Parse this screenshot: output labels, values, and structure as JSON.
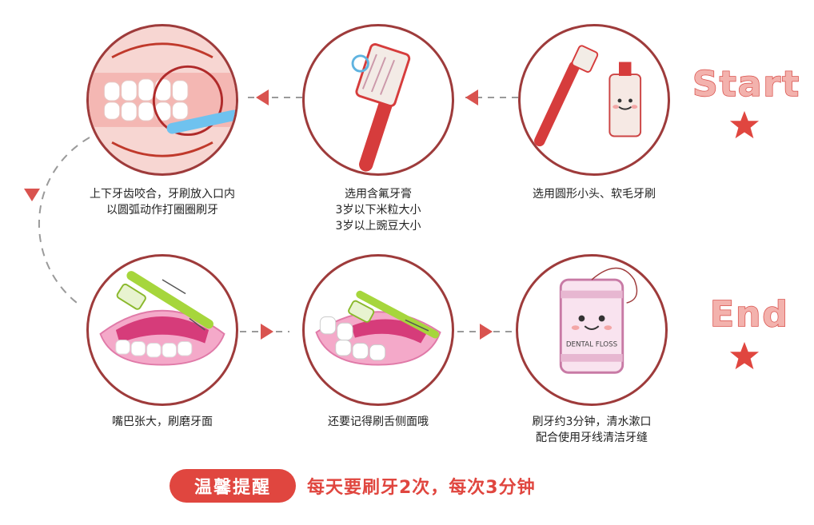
{
  "steps": [
    {
      "id": "step1",
      "lines": [
        "选用圆形小头、软毛牙刷"
      ]
    },
    {
      "id": "step2",
      "lines": [
        "选用含氟牙膏",
        "3岁以下米粒大小",
        "3岁以上豌豆大小"
      ]
    },
    {
      "id": "step3",
      "lines": [
        "上下牙齿咬合，牙刷放入口内",
        "以圆弧动作打圈圈刷牙"
      ]
    },
    {
      "id": "step4",
      "lines": [
        "嘴巴张大，刷磨牙面"
      ]
    },
    {
      "id": "step5",
      "lines": [
        "还要记得刷舌侧面哦"
      ]
    },
    {
      "id": "step6",
      "lines": [
        "刷牙约3分钟，清水漱口",
        "配合使用牙线清洁牙缝"
      ]
    }
  ],
  "labels": {
    "start": "Start",
    "end": "End",
    "floss_box_text": "DENTAL FLOSS"
  },
  "tip": {
    "badge": "温馨提醒",
    "text": "每天要刷牙2次，每次3分钟"
  },
  "colors": {
    "accent": "#e0463f",
    "circle_border": "#9e3b3b",
    "arrow": "#d9534f"
  }
}
